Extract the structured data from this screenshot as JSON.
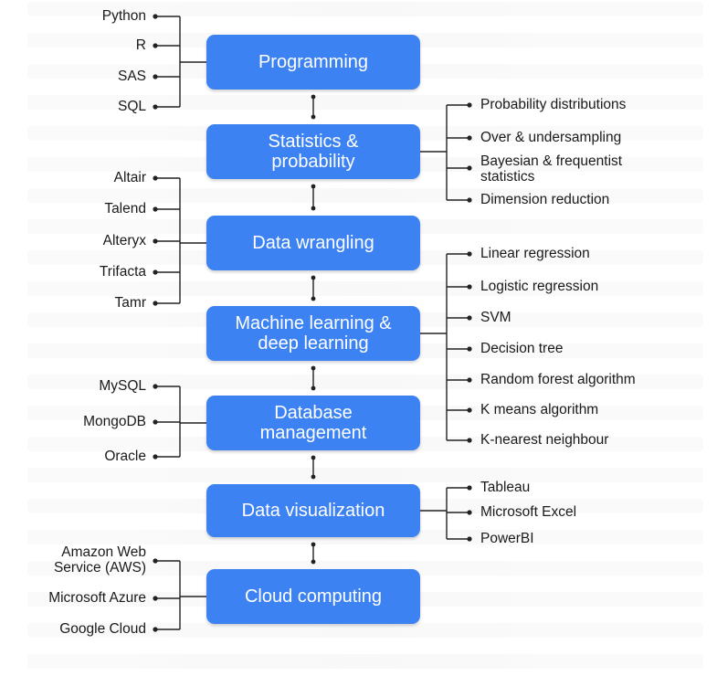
{
  "stages": [
    {
      "id": "programming",
      "label": "Programming"
    },
    {
      "id": "statistics",
      "label": "Statistics &\nprobability"
    },
    {
      "id": "wrangling",
      "label": "Data wrangling"
    },
    {
      "id": "ml",
      "label": "Machine learning &\ndeep learning"
    },
    {
      "id": "database",
      "label": "Database\nmanagement"
    },
    {
      "id": "visualization",
      "label": "Data visualization"
    },
    {
      "id": "cloud",
      "label": "Cloud computing"
    }
  ],
  "left_groups": {
    "programming": [
      "Python",
      "R",
      "SAS",
      "SQL"
    ],
    "wrangling": [
      "Altair",
      "Talend",
      "Alteryx",
      "Trifacta",
      "Tamr"
    ],
    "database": [
      "MySQL",
      "MongoDB",
      "Oracle"
    ],
    "cloud": [
      "Amazon Web\nService (AWS)",
      "Microsoft Azure",
      "Google Cloud"
    ]
  },
  "right_groups": {
    "statistics": [
      "Probability distributions",
      "Over & undersampling",
      "Bayesian & frequentist\nstatistics",
      "Dimension reduction"
    ],
    "ml": [
      "Linear regression",
      "Logistic regression",
      "SVM",
      "Decision tree",
      "Random forest algorithm",
      "K means algorithm",
      "K-nearest neighbour"
    ],
    "visualization": [
      "Tableau",
      "Microsoft Excel",
      "PowerBI"
    ]
  },
  "colors": {
    "box": "#3c82f2",
    "box_text": "#ffffff",
    "line": "#222222"
  }
}
